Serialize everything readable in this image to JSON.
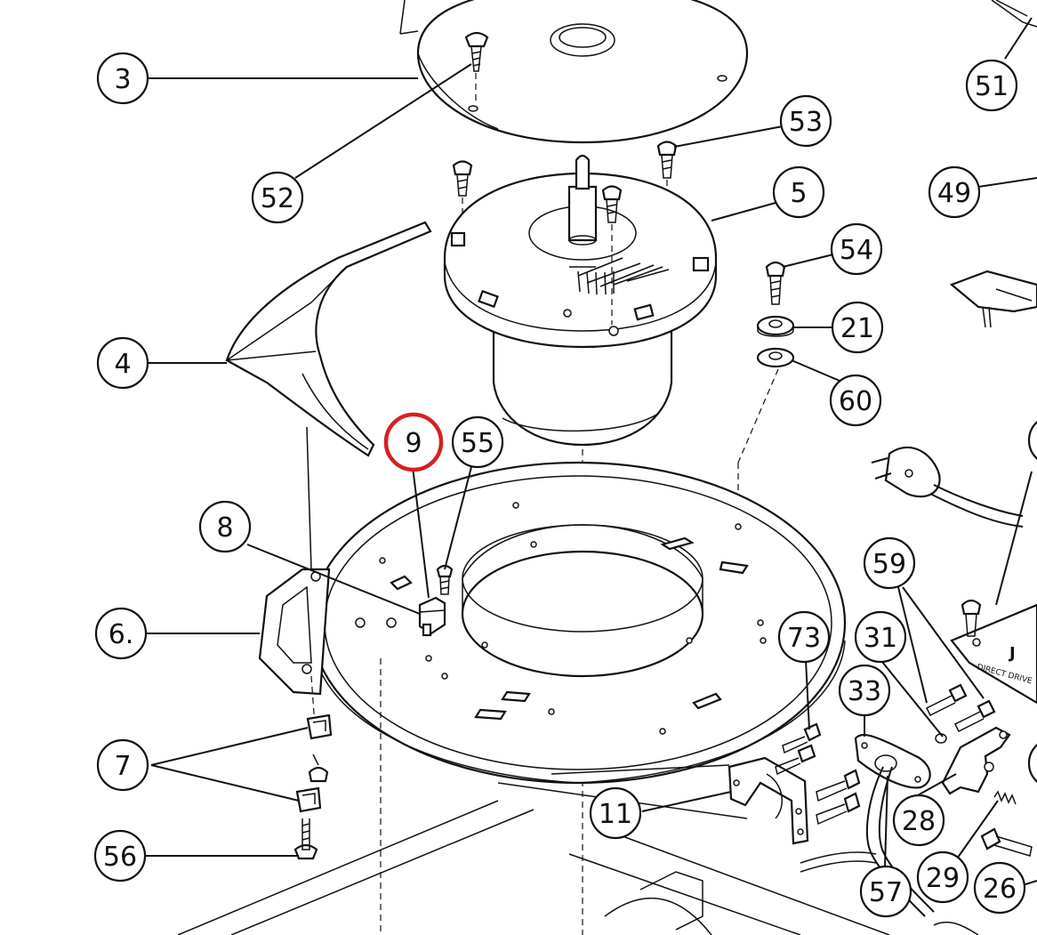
{
  "diagram": {
    "highlight_color": "#d62020",
    "highlighted_part": "9",
    "callouts": [
      {
        "id": "c3",
        "label": "3"
      },
      {
        "id": "c51",
        "label": "51"
      },
      {
        "id": "c52",
        "label": "52"
      },
      {
        "id": "c53",
        "label": "53"
      },
      {
        "id": "c5",
        "label": "5"
      },
      {
        "id": "c49",
        "label": "49"
      },
      {
        "id": "c54",
        "label": "54"
      },
      {
        "id": "c4",
        "label": "4"
      },
      {
        "id": "c21",
        "label": "21"
      },
      {
        "id": "c60",
        "label": "60"
      },
      {
        "id": "c9",
        "label": "9"
      },
      {
        "id": "c55",
        "label": "55"
      },
      {
        "id": "c8",
        "label": "8"
      },
      {
        "id": "c59",
        "label": "59"
      },
      {
        "id": "c6",
        "label": "6."
      },
      {
        "id": "c73",
        "label": "73"
      },
      {
        "id": "c31",
        "label": "31"
      },
      {
        "id": "c33",
        "label": "33"
      },
      {
        "id": "c7",
        "label": "7"
      },
      {
        "id": "c11",
        "label": "11"
      },
      {
        "id": "c28",
        "label": "28"
      },
      {
        "id": "c56",
        "label": "56"
      },
      {
        "id": "c29",
        "label": "29"
      },
      {
        "id": "c57",
        "label": "57"
      },
      {
        "id": "c26",
        "label": "26"
      }
    ],
    "plate_text": [
      "J",
      "DIRECT DRIVE"
    ]
  }
}
